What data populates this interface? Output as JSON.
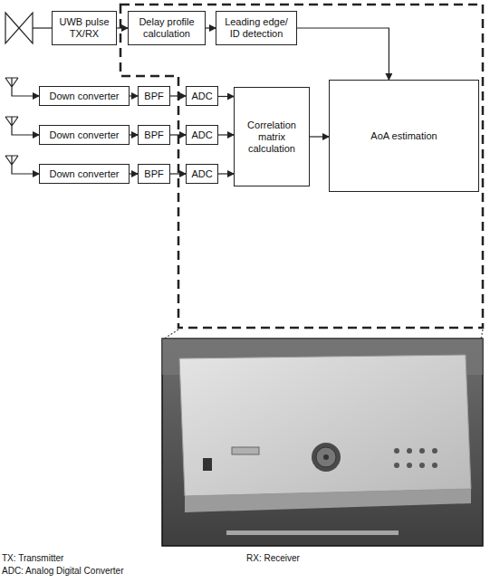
{
  "diagram": {
    "nodes": [
      {
        "text": [
          "UWB pulse TX/RX"
        ]
      },
      {
        "text": [
          "Delay profile calculation"
        ]
      },
      {
        "text": [
          "Leading edge/ ID detection"
        ]
      },
      {
        "text": [
          "Down converter"
        ]
      },
      {
        "text": [
          "BPF"
        ]
      },
      {
        "text": [
          "ADC"
        ]
      },
      {
        "text": [
          "Down converter"
        ]
      },
      {
        "text": [
          "BPF"
        ]
      },
      {
        "text": [
          "ADC"
        ]
      },
      {
        "text": [
          "Down converter"
        ]
      },
      {
        "text": [
          "BPF"
        ]
      },
      {
        "text": [
          "ADC"
        ]
      },
      {
        "text": [
          "Correlation matrix calculation"
        ]
      },
      {
        "text": [
          "AoA estimation"
        ]
      }
    ],
    "edges": [
      {
        "from": 0,
        "to": 1,
        "arrow": "to"
      },
      {
        "from": 1,
        "to": 2,
        "arrow": "to"
      },
      {
        "from": 2,
        "to": 13,
        "arrow": "to"
      },
      {
        "from": 3,
        "to": 4,
        "arrow": "to"
      },
      {
        "from": 4,
        "to": 5,
        "arrow": "to"
      },
      {
        "from": 5,
        "to": 12,
        "arrow": "to"
      },
      {
        "from": 6,
        "to": 7,
        "arrow": "to"
      },
      {
        "from": 7,
        "to": 8,
        "arrow": "to"
      },
      {
        "from": 8,
        "to": 12,
        "arrow": "to"
      },
      {
        "from": 9,
        "to": 10,
        "arrow": "to"
      },
      {
        "from": 10,
        "to": 11,
        "arrow": "to"
      },
      {
        "from": 11,
        "to": 12,
        "arrow": "to"
      },
      {
        "from": 12,
        "to": 13,
        "arrow": "to"
      }
    ],
    "labels": [
      "TX: Transmitter",
      "ADC: Analog Digital Converter",
      "RX: Receiver"
    ]
  }
}
